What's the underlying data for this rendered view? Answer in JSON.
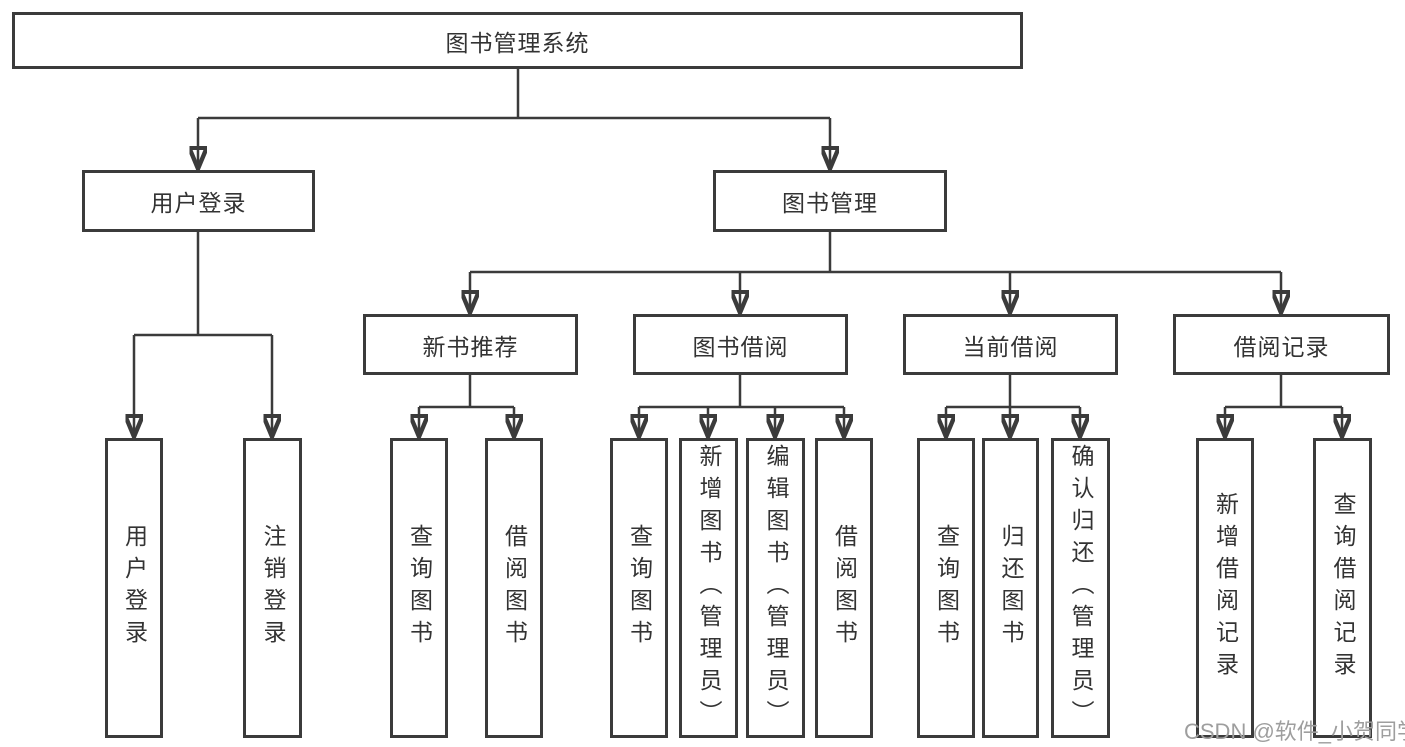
{
  "tree": {
    "root": {
      "label": "图书管理系统"
    },
    "user_login": {
      "label": "用户登录",
      "children": [
        {
          "label": "用户登录"
        },
        {
          "label": "注销登录"
        }
      ]
    },
    "book_mgmt": {
      "label": "图书管理",
      "children": [
        {
          "label": "新书推荐",
          "children": [
            {
              "label": "查询图书"
            },
            {
              "label": "借阅图书"
            }
          ]
        },
        {
          "label": "图书借阅",
          "children": [
            {
              "label": "查询图书"
            },
            {
              "label": "新增图书（管理员）"
            },
            {
              "label": "编辑图书（管理员）"
            },
            {
              "label": "借阅图书"
            }
          ]
        },
        {
          "label": "当前借阅",
          "children": [
            {
              "label": "查询图书"
            },
            {
              "label": "归还图书"
            },
            {
              "label": "确认归还（管理员）"
            }
          ]
        },
        {
          "label": "借阅记录",
          "children": [
            {
              "label": "新增借阅记录"
            },
            {
              "label": "查询借阅记录"
            }
          ]
        }
      ]
    }
  },
  "watermark": "CSDN @软件_小贺同学",
  "colors": {
    "line": "#3b3b3b",
    "text": "#333333",
    "background": "#ffffff",
    "watermark": "#9e9e9e"
  }
}
